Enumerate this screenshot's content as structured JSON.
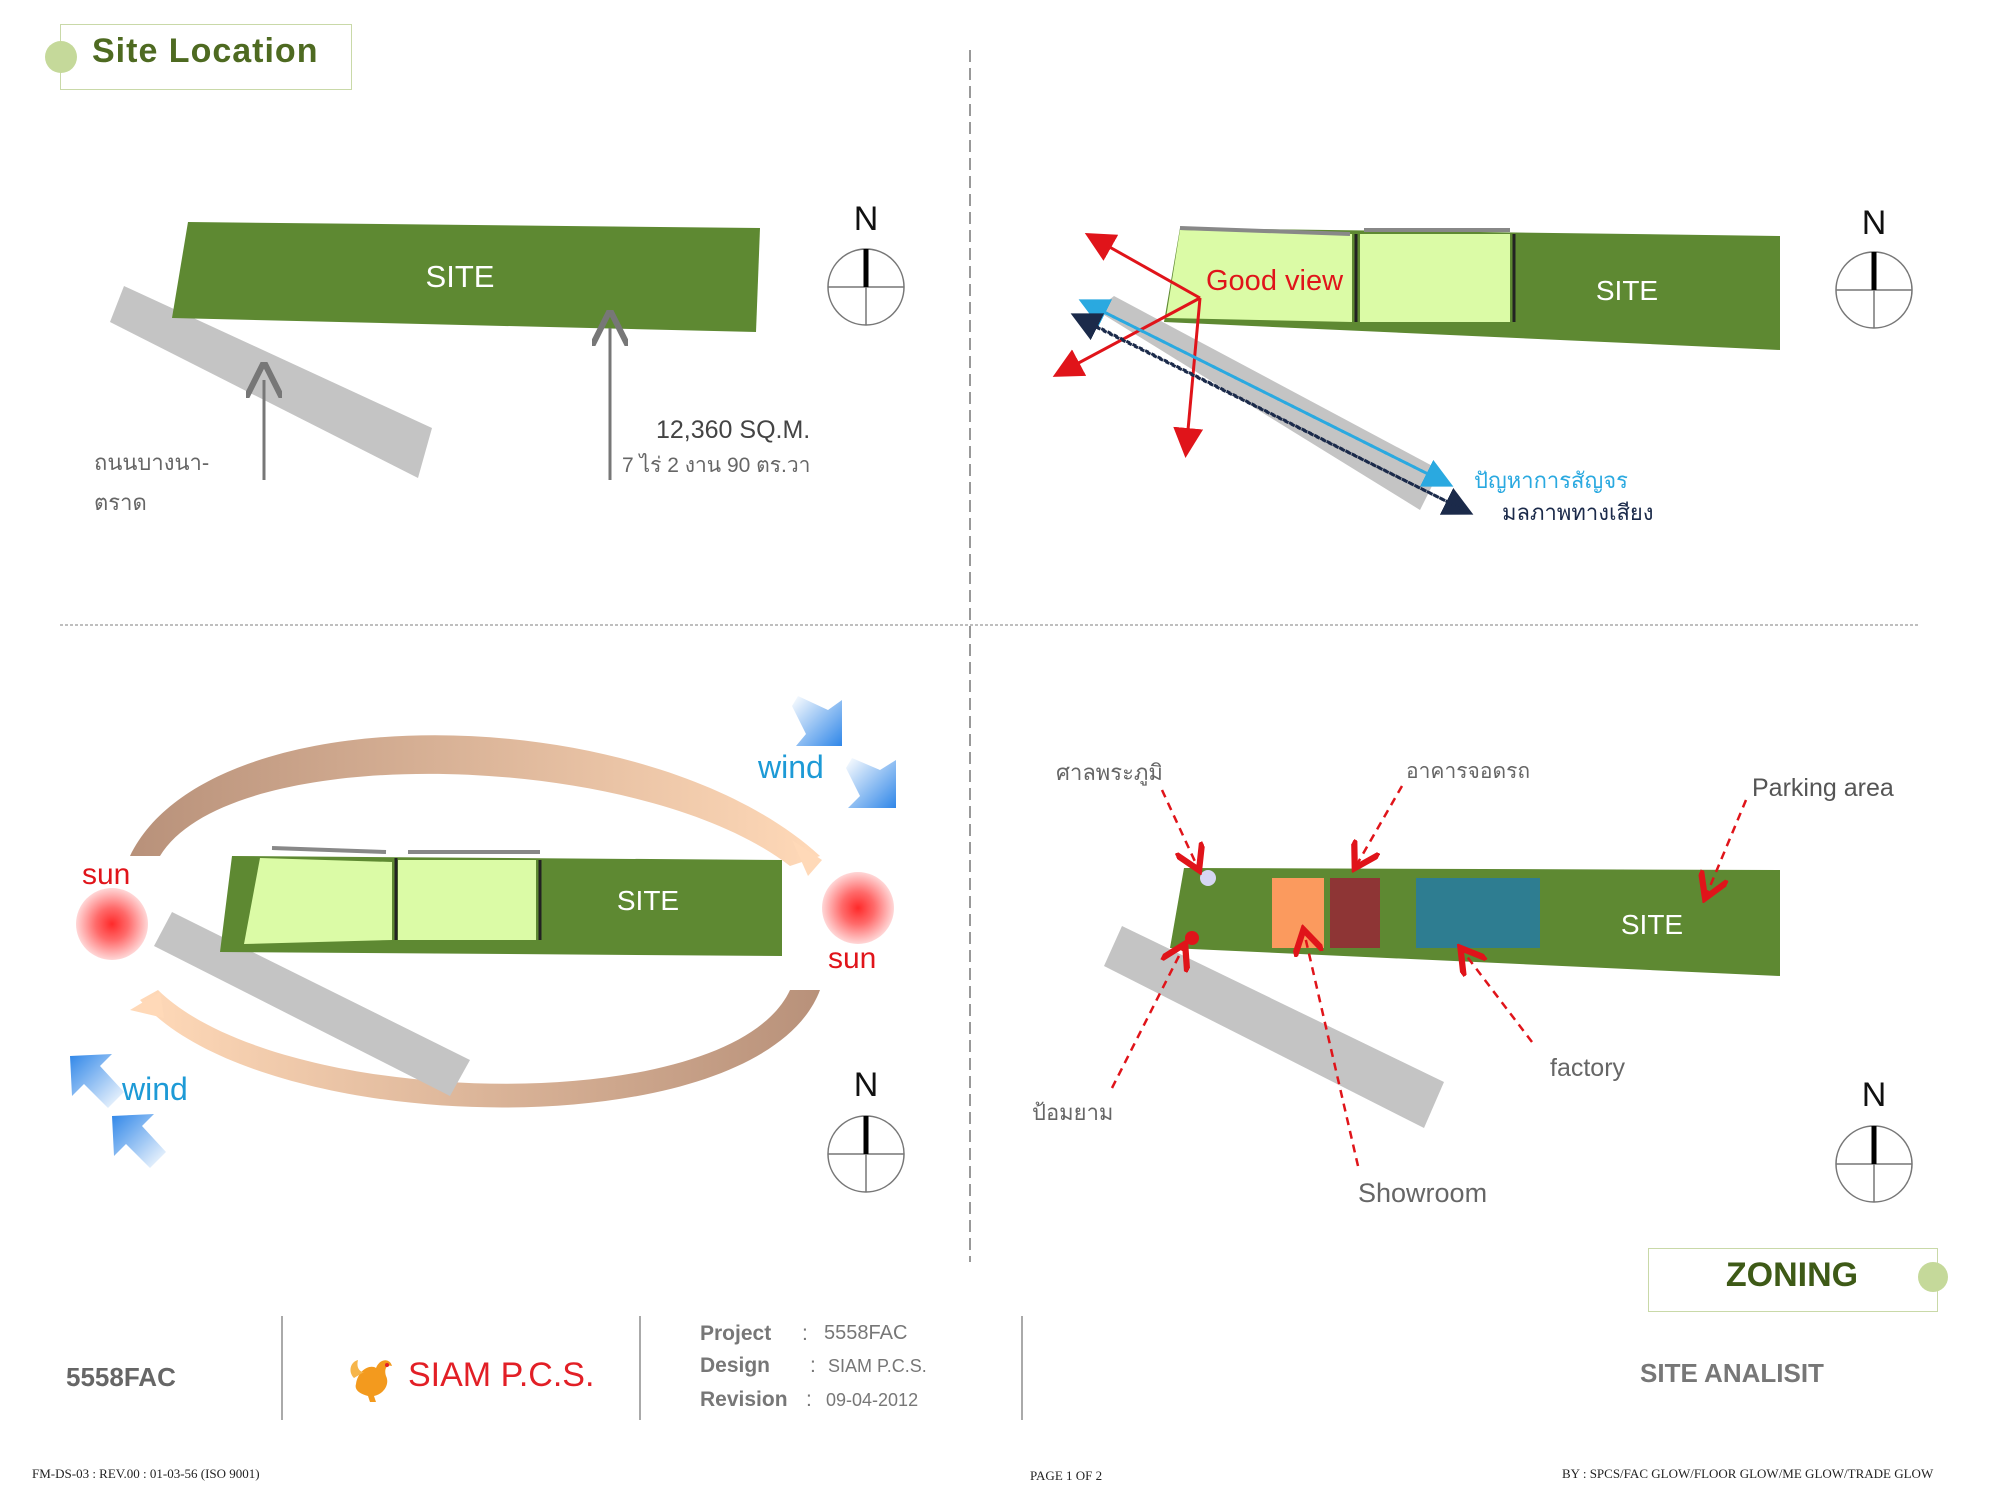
{
  "header": {
    "title": "Site Location"
  },
  "panel_location": {
    "site": "SITE",
    "road": [
      "ถนนบางนา-",
      "ตราด"
    ],
    "area": "12,360  SQ.M.",
    "area_thai": "7 ไร่ 2 งาน  90 ตร.วา",
    "north": "N"
  },
  "panel_view": {
    "site": "SITE",
    "good_view": "Good view",
    "traffic": "ปัญหาการสัญจร",
    "noise": "มลภาพทางเสียง",
    "north": "N"
  },
  "panel_climate": {
    "site": "SITE",
    "sun_left": "sun",
    "sun_right": "sun",
    "wind_top": "wind",
    "wind_bottom": "wind",
    "north": "N"
  },
  "panel_zoning": {
    "site": "SITE",
    "shrine": "ศาลพระภูมิ",
    "car_park_building": "อาคารจอดรถ",
    "parking": "Parking  area",
    "factory": "factory",
    "guard": "ป้อมยาม",
    "showroom": "Showroom",
    "north": "N"
  },
  "zoning_label": "ZONING",
  "title_block": {
    "code": "5558FAC",
    "brand": "SIAM P.C.S.",
    "project_label": "Project",
    "project_value": "5558FAC",
    "design_label": "Design",
    "design_value": "SIAM P.C.S.",
    "revision_label": "Revision",
    "revision_value": "09-04-2012",
    "sheet": "SITE ANALISIT"
  },
  "footer": {
    "left": "FM-DS-03 : REV.00 : 01-03-56 (ISO 9001)",
    "center": "PAGE  1  OF  2",
    "right": "BY : SPCS/FAC GLOW/FLOOR GLOW/ME GLOW/TRADE GLOW"
  },
  "colors": {
    "site_green": "#5e8932",
    "light_green": "#dbfba6",
    "road_gray": "#c4c4c4",
    "red": "#e0141a",
    "wind_blue": "#3a8ee6",
    "sun_red": "#ff3b3b",
    "showroom_orange": "#fb9a5e",
    "carpark_maroon": "#8e3535",
    "factory_teal": "#2e7d91"
  }
}
